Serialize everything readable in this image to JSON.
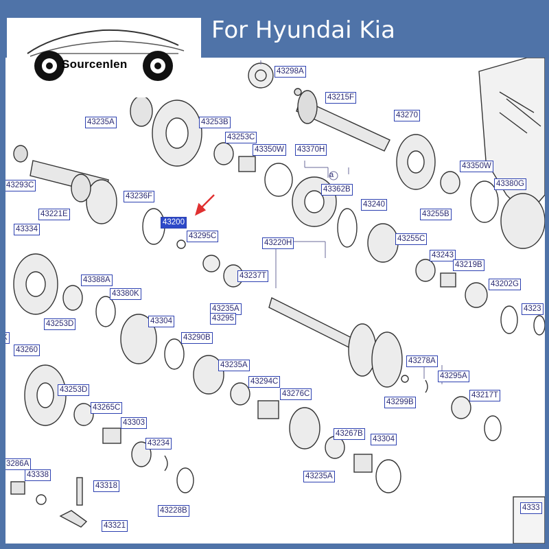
{
  "banner": {
    "title": "For Hyundai Kia"
  },
  "brand": {
    "name": "Sourcenlen"
  },
  "colors": {
    "frame": "#4f73a8",
    "label_border": "#2b3fb0",
    "label_text": "#2a2a72",
    "selected_fill": "#2d49c8",
    "pointer_arrow": "#e03030"
  },
  "selected_part": "43200",
  "callout_letter": "a",
  "parts": {
    "p43298A": "43298A",
    "p43215F": "43215F",
    "p43235A_top": "43235A",
    "p43253B": "43253B",
    "p43253C": "43253C",
    "p43350W_top": "43350W",
    "p43370H": "43370H",
    "p43270": "43270",
    "p43293C": "43293C",
    "p43221E": "43221E",
    "p43236F": "43236F",
    "p43200": "43200",
    "p43295C": "43295C",
    "p43362B": "43362B",
    "p43350W_right": "43350W",
    "p43380G": "43380G",
    "p43255B": "43255B",
    "p43240": "43240",
    "p43334": "43334",
    "p43220H": "43220H",
    "p43255C": "43255C",
    "p43243": "43243",
    "p43219B": "43219B",
    "p43388A": "43388A",
    "p43380K": "43380K",
    "p43237T": "43237T",
    "p43202G": "43202G",
    "p4323_edge": "4323",
    "p43253D_a": "43253D",
    "p43235A_mid": "43235A",
    "p43295": "43295",
    "p43304_a": "43304",
    "p43290B": "43290B",
    "p43260": "43260",
    "pX_edge": "X",
    "p43278A": "43278A",
    "p43235A_c": "43235A",
    "p43295A": "43295A",
    "p43294C": "43294C",
    "p43253D_b": "43253D",
    "p43276C": "43276C",
    "p43299B": "43299B",
    "p43217T": "43217T",
    "p43265C": "43265C",
    "p43303": "43303",
    "p43267B": "43267B",
    "p43304_b": "43304",
    "p43234": "43234",
    "p43286A": "3286A",
    "p43338": "43338",
    "p43235A_bot": "43235A",
    "p43318": "43318",
    "p43228B": "43228B",
    "p43321": "43321",
    "p4333_edge": "4333"
  }
}
